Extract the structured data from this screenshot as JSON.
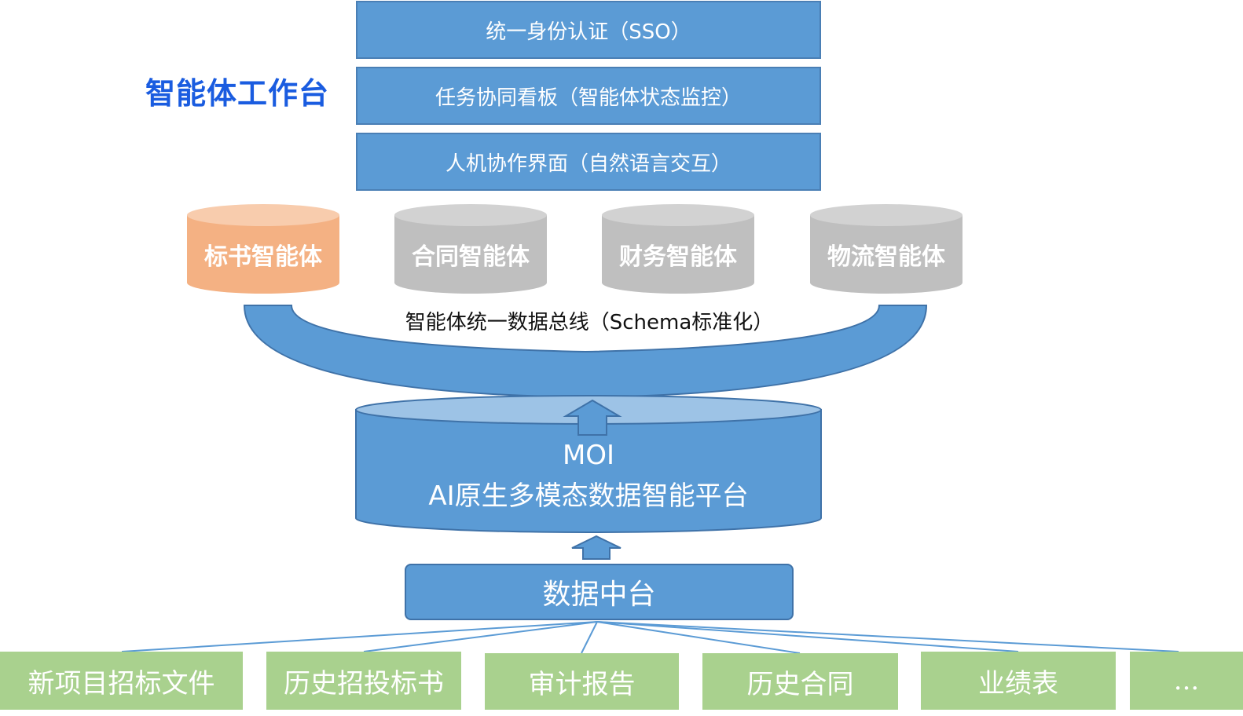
{
  "workbench": {
    "title": "智能体工作台",
    "layers": [
      "统一身份认证（SSO）",
      "任务协同看板（智能体状态监控）",
      "人机协作界面（自然语言交互）"
    ]
  },
  "agents": [
    "标书智能体",
    "合同智能体",
    "财务智能体",
    "物流智能体"
  ],
  "bus": {
    "label": "智能体统一数据总线（Schema标准化）"
  },
  "moi": {
    "line1": "MOI",
    "line2": "AI原生多模态数据智能平台"
  },
  "data_platform": {
    "label": "数据中台"
  },
  "sources": [
    "新项目招标文件",
    "历史招投标书",
    "审计报告",
    "历史合同",
    "业绩表",
    "..."
  ],
  "colors": {
    "blue": "#5b9bd5",
    "orange": "#f4b183",
    "gray": "#bfbfbf",
    "green": "#a9d18e",
    "title_blue": "#1a5ce0"
  }
}
